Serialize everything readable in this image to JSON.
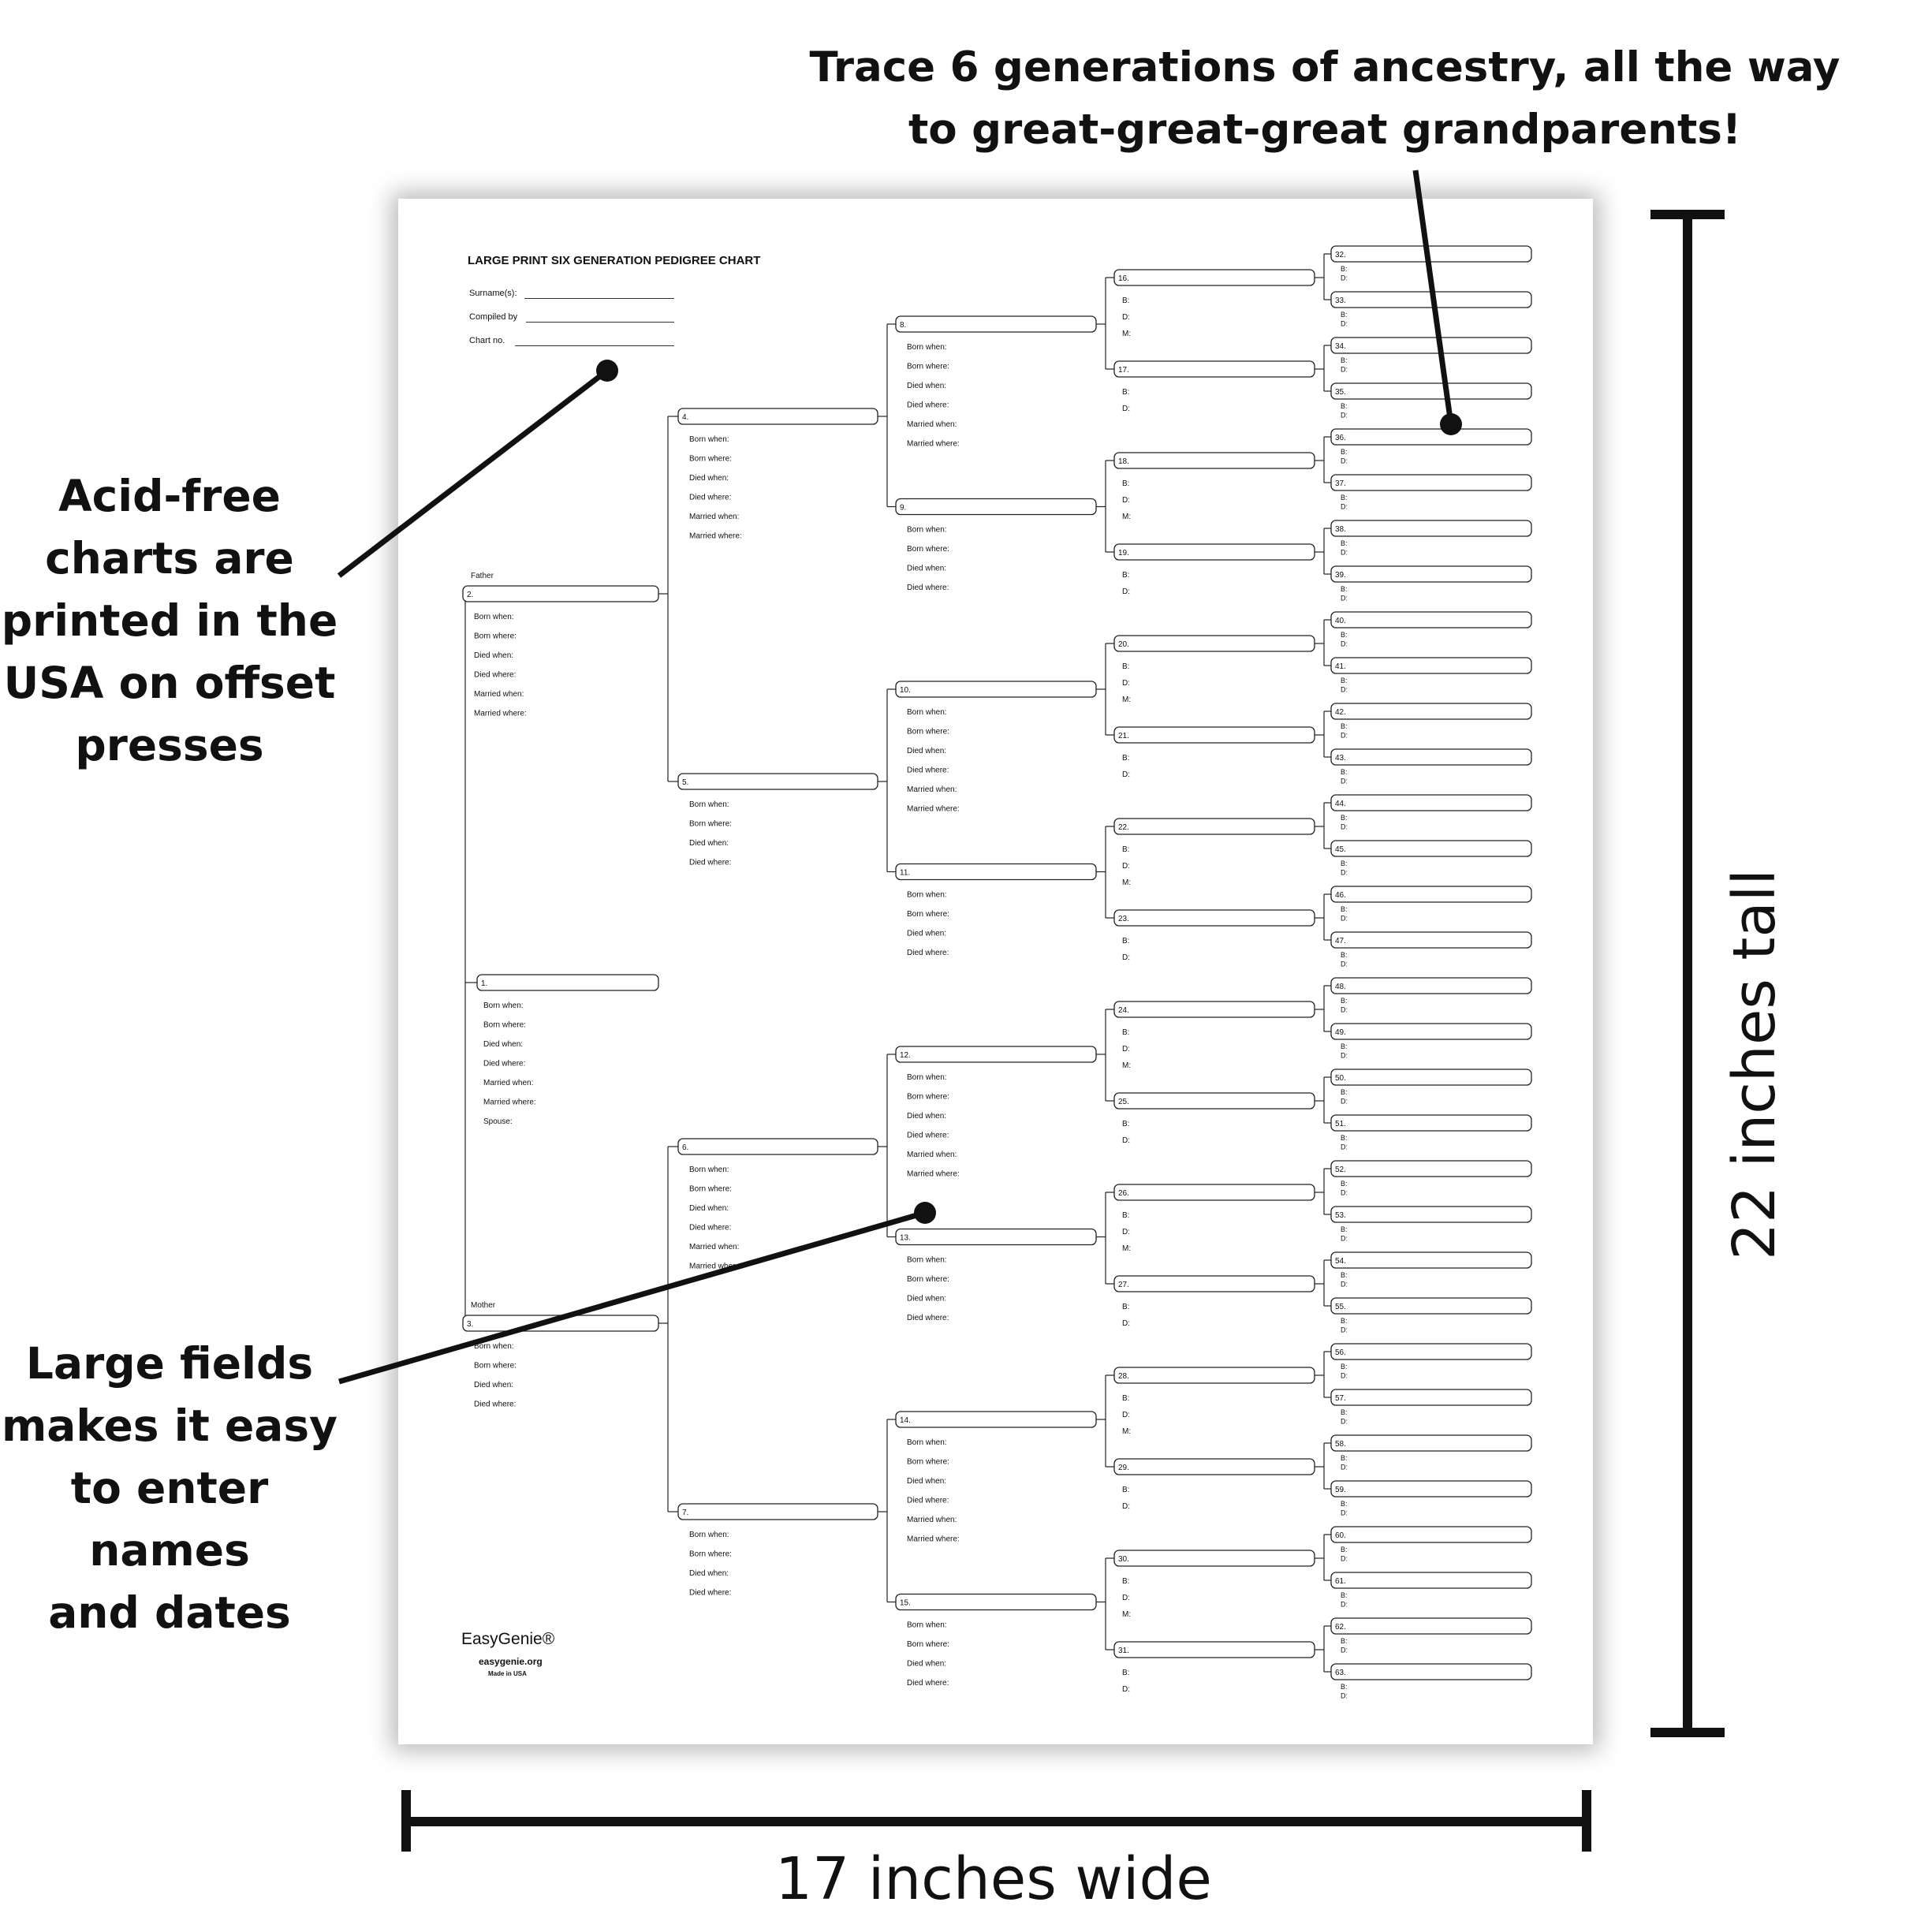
{
  "captions": {
    "top": [
      "Trace 6 generations of ancestry, all the way",
      "to great-great-great grandparents!"
    ],
    "left_top": [
      "Acid-free",
      "charts are",
      "printed in the",
      "USA on offset",
      "presses"
    ],
    "left_bottom": [
      "Large fields",
      "makes it easy",
      "to enter names",
      "and dates"
    ],
    "width": "17 inches wide",
    "height": "22 inches tall"
  },
  "chart": {
    "title": "LARGE PRINT SIX GENERATION PEDIGREE CHART",
    "fields": [
      "Surname(s):",
      "Compiled by",
      "Chart no."
    ],
    "brand": {
      "name": "EasyGenie®",
      "url": "easygenie.org",
      "made": "Made in USA"
    },
    "father_label": "Father",
    "mother_label": "Mother",
    "labels": {
      "root": [
        "Born when:",
        "Born where:",
        "Died when:",
        "Died where:",
        "Married when:",
        "Married where:",
        "Spouse:"
      ],
      "full": [
        "Born when:",
        "Born where:",
        "Died when:",
        "Died where:",
        "Married when:",
        "Married where:"
      ],
      "short": [
        "Born when:",
        "Born where:",
        "Died when:",
        "Died where:"
      ],
      "bdm": [
        "B:",
        "D:",
        "M:"
      ],
      "bd": [
        "B:",
        "D:"
      ]
    },
    "persons": [
      {
        "num": "1."
      },
      {
        "num": "2."
      },
      {
        "num": "3."
      },
      {
        "num": "4."
      },
      {
        "num": "5."
      },
      {
        "num": "6."
      },
      {
        "num": "7."
      },
      {
        "num": "8."
      },
      {
        "num": "9."
      },
      {
        "num": "10."
      },
      {
        "num": "11."
      },
      {
        "num": "12."
      },
      {
        "num": "13."
      },
      {
        "num": "14."
      },
      {
        "num": "15."
      },
      {
        "num": "16."
      },
      {
        "num": "17."
      },
      {
        "num": "18."
      },
      {
        "num": "19."
      },
      {
        "num": "20."
      },
      {
        "num": "21."
      },
      {
        "num": "22."
      },
      {
        "num": "23."
      },
      {
        "num": "24."
      },
      {
        "num": "25."
      },
      {
        "num": "26."
      },
      {
        "num": "27."
      },
      {
        "num": "28."
      },
      {
        "num": "29."
      },
      {
        "num": "30."
      },
      {
        "num": "31."
      },
      {
        "num": "32."
      },
      {
        "num": "33."
      },
      {
        "num": "34."
      },
      {
        "num": "35."
      },
      {
        "num": "36."
      },
      {
        "num": "37."
      },
      {
        "num": "38."
      },
      {
        "num": "39."
      },
      {
        "num": "40."
      },
      {
        "num": "41."
      },
      {
        "num": "42."
      },
      {
        "num": "43."
      },
      {
        "num": "44."
      },
      {
        "num": "45."
      },
      {
        "num": "46."
      },
      {
        "num": "47."
      },
      {
        "num": "48."
      },
      {
        "num": "49."
      },
      {
        "num": "50."
      },
      {
        "num": "51."
      },
      {
        "num": "52."
      },
      {
        "num": "53."
      },
      {
        "num": "54."
      },
      {
        "num": "55."
      },
      {
        "num": "56."
      },
      {
        "num": "57."
      },
      {
        "num": "58."
      },
      {
        "num": "59."
      },
      {
        "num": "60."
      },
      {
        "num": "61."
      },
      {
        "num": "62."
      },
      {
        "num": "63."
      }
    ]
  }
}
